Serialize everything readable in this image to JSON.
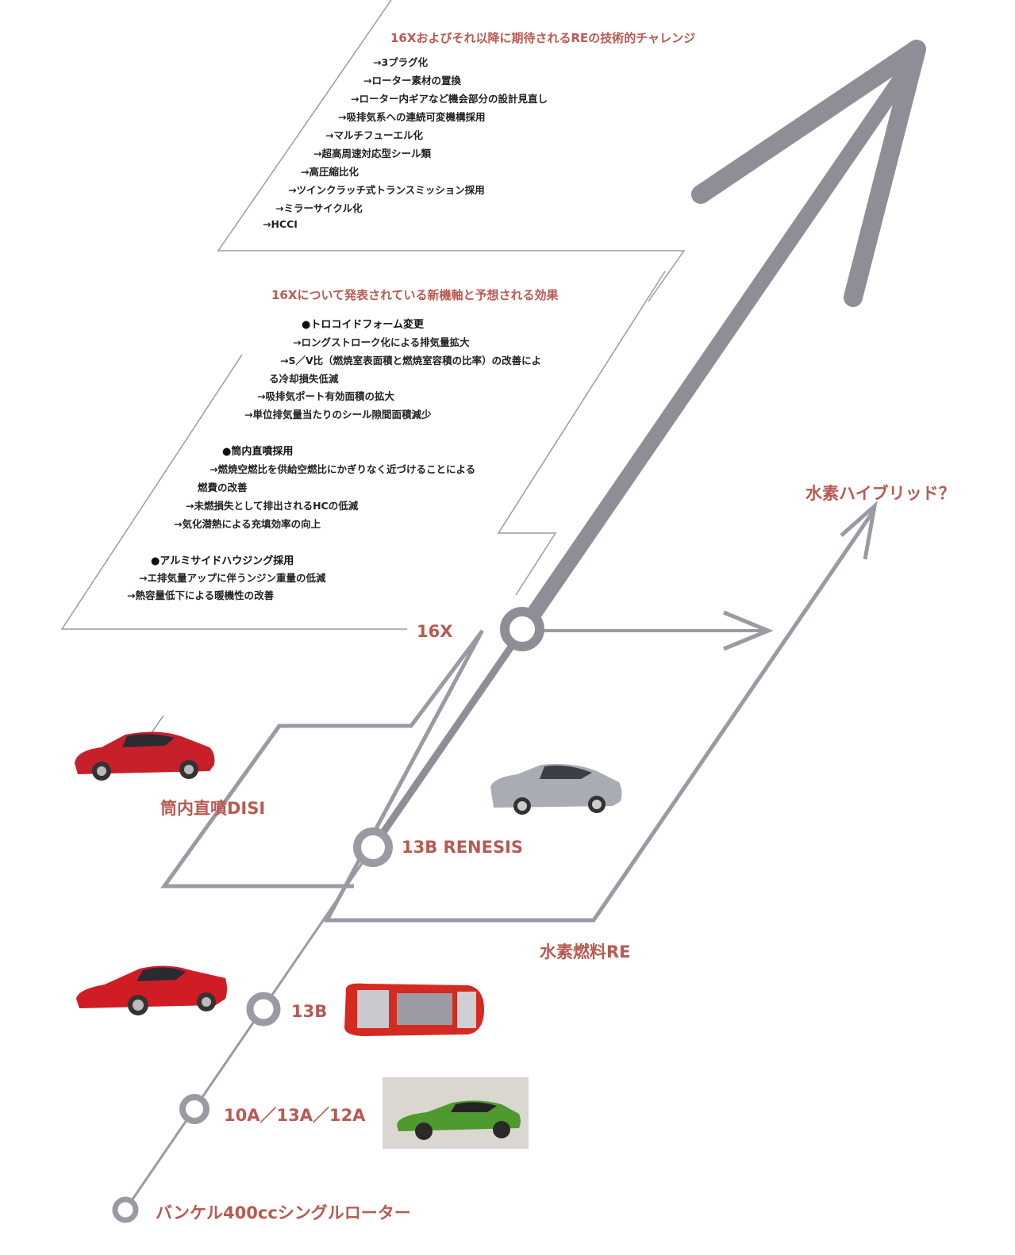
{
  "colors": {
    "accent": "#b85a52",
    "arrow": "#8e8e96",
    "line": "#9a9aa4"
  },
  "challenge": {
    "title": "16XおよびそれIRI以降に期待されるREの技術的チャレンジ",
    "items": [
      "→3プラグ化",
      "→ローター素材の置換",
      "→ローター内ギアなど機会部分の設計見直し",
      "→吸排気系への連続可変機構採用",
      "→マルチフューエル化",
      "→超高周速対応型シール類",
      "→高圧縮比化",
      "→ツインクラッチ式トランスミッション採用",
      "→ミラーサイクル化",
      "→HCCI"
    ]
  },
  "new_tech": {
    "title": "16Xについて発表されている新機軸と予想される効果",
    "groups": [
      {
        "bullet": "●トロコイドフォーム変更",
        "lines": [
          "→ロングストローク化による排気量拡大",
          "→S／V比（燃焼室表面積と燃焼室容積の比率）の改善によ",
          "る冷却損失低減",
          "→吸排気ポート有効面積の拡大",
          "→単位排気量当たりのシール隙間面積減少"
        ]
      },
      {
        "bullet": "●筒内直噴採用",
        "lines": [
          "→燃焼空燃比を供給空燃比にかぎりなく近づけることによる",
          "燃費の改善",
          "→未燃損失として排出されるHCの低減",
          "→気化潜熱による充填効率の向上"
        ]
      },
      {
        "bullet": "●アルミサイドハウジング採用",
        "lines": [
          "→エ排気量アップに伴うンジン重量の低減",
          "→熱容量低下による暖機性の改善"
        ]
      }
    ]
  },
  "stages": {
    "s16x": "16X",
    "hydrogen_hybrid": "水素ハイブリッド？",
    "disi": "筒内直噴DISI",
    "renesis": "13B RENESIS",
    "hydrogen_re": "水素燃料RE",
    "s13b": "13B",
    "s10a": "10A／13A／12A",
    "wankel": "バンケル400ccシングルローター"
  },
  "icons": {
    "car_rx01": "red-coupe-icon",
    "car_rx8": "silver-sedan-icon",
    "car_rx7_fd": "red-sportscar-icon",
    "car_cutaway": "cutaway-chassis-icon",
    "car_rx7_sa": "green-coupe-icon"
  }
}
